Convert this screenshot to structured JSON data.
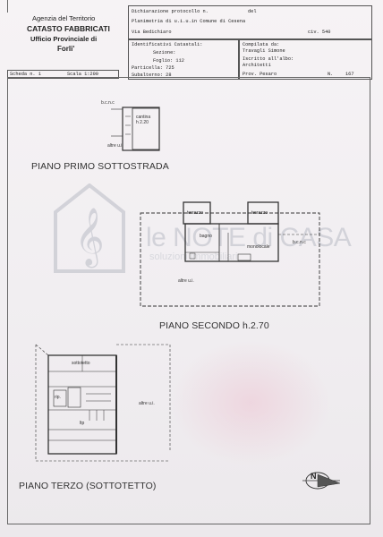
{
  "header": {
    "agency_line1": "Agenzia del Territorio",
    "agency_line2": "CATASTO FABBRICATI",
    "agency_line3": "Ufficio Provinciale di",
    "agency_line4": "Forli'",
    "dichiarazione": "Dichiarazione protocollo n.",
    "del": "del",
    "planimetria": "Planimetria di u.i.u.in Comune di Cesena",
    "via": "Via Bedichiaro",
    "civ": "civ. 540",
    "identificativi": "Identificativi Catastali:",
    "sezione": "Sezione:",
    "foglio": "Foglio: 112",
    "particella": "Particella: 725",
    "subalterno": "Subalterno: 28",
    "compilata_da": "Compilata da:",
    "compilata_nome": "Travagli Simone",
    "iscritto": "Iscritto all'albo:",
    "iscritto_val": "Architetti",
    "prov": "Prov. Pesaro",
    "n_label": "N.",
    "n_val": "167",
    "scheda": "Scheda n. 1",
    "scala": "Scala 1:200"
  },
  "plans": {
    "p1_title": "PIANO PRIMO SOTTOSTRADA",
    "p1_bcnc": "b.c.n.c",
    "p1_cantina": "cantina",
    "p1_h": "h 2.20",
    "p1_altre": "altre u.i.",
    "p2_title": "PIANO   SECONDO h.2.70",
    "p2_terrazzo_l": "terrazzo",
    "p2_terrazzo_r": "terrazzo",
    "p2_bagno": "bagno",
    "p2_monolocale": "monolocale",
    "p2_bcnc": "b.c.n.c",
    "p2_altre": "altre u.i.",
    "p3_title": "PIANO TERZO (SOTTOTETTO)",
    "p3_altre": "altre u.i.",
    "p3_sottotetto": "sottotetto",
    "p3_rip": "rip.",
    "p3_ltp": "ltp",
    "north": "N"
  },
  "watermark": {
    "brand": "le NOTE di CASA",
    "sub": "soluzioni immobiliari"
  }
}
